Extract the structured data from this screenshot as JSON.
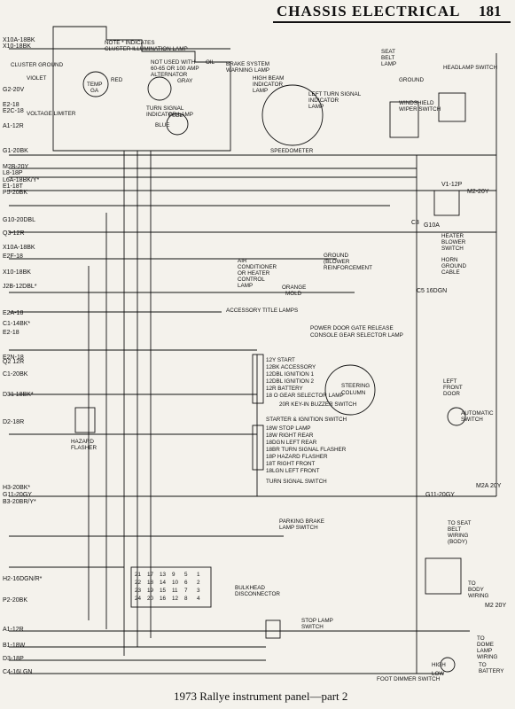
{
  "header": {
    "title": "CHASSIS ELECTRICAL",
    "page": "181"
  },
  "caption": "1973 Rallye instrument panel—part 2",
  "labels": {
    "note": "NOTE * INDICATES",
    "note2": "CLUSTER ILLUMINATION LAMP",
    "cluster_ground": "CLUSTER GROUND",
    "violet": "VIOLET",
    "temp_gauge": "TEMP",
    "ga": "GA",
    "voltage_limiter": "VOLTAGE LIMITER",
    "not_used": "NOT USED WITH",
    "not_used2": "60-65 OR 100 AMP",
    "not_used3": "ALTERNATOR",
    "gray": "GRAY",
    "oil_ga": "OIL",
    "red": "RED",
    "blue": "BLUE",
    "fuel": "FUEL",
    "turn_signal_ind": "TURN SIGNAL",
    "turn_signal_ind2": "INDICATOR LAMP",
    "brake_warning": "BRAKE SYSTEM",
    "brake_warning2": "WARNING LAMP",
    "high_beam": "HIGH BEAM",
    "high_beam2": "INDICATOR",
    "high_beam3": "LAMP",
    "left_turn": "LEFT TURN SIGNAL",
    "left_turn2": "INDICATOR",
    "left_turn3": "LAMP",
    "speedometer": "SPEEDOMETER",
    "seat_belt": "SEAT",
    "seat_belt2": "BELT",
    "seat_belt3": "LAMP",
    "ground": "GROUND",
    "headlamp_switch": "HEADLAMP SWITCH",
    "windshield": "WINDSHIELD",
    "windshield2": "WIPER SWITCH",
    "ac_control": "AIR",
    "ac_control2": "CONDITIONER",
    "ac_control3": "OR HEATER",
    "ac_control4": "CONTROL",
    "ac_control5": "LAMP",
    "orange": "ORANGE",
    "mold": "MOLD",
    "accessory_title": "ACCESSORY TITLE LAMPS",
    "ground_blower": "GROUND",
    "ground_blower2": "(BLOWER",
    "ground_blower3": "REINFORCEMENT",
    "heater_blower": "HEATER",
    "heater_blower2": "BLOWER",
    "heater_blower3": "SWITCH",
    "horn_ground": "HORN",
    "horn_ground2": "GROUND",
    "horn_ground3": "CABLE",
    "power_door": "POWER DOOR GATE RELEASE",
    "console_gear": "CONSOLE GEAR SELECTOR LAMP",
    "steering": "STEERING",
    "steering2": "COLUMN",
    "left_front_door": "LEFT",
    "left_front_door2": "FRONT",
    "left_front_door3": "DOOR",
    "automatic": "AUTOMATIC",
    "automatic2": "SWITCH",
    "key_buzzer": "20R KEY-IN BUZZER SWITCH",
    "starter_ign": "STARTER & IGNITION SWITCH",
    "turn_signal_switch": "TURN SIGNAL SWITCH",
    "hazard": "HAZARD",
    "hazard2": "FLASHER",
    "parking_brake": "PARKING BRAKE",
    "parking_brake2": "LAMP SWITCH",
    "seat_belt_wiring": "TO SEAT",
    "seat_belt_wiring2": "BELT",
    "seat_belt_wiring3": "WIRING",
    "seat_belt_wiring4": "(BODY)",
    "body_wiring": "TO",
    "body_wiring2": "BODY",
    "body_wiring3": "WIRING",
    "bulkhead": "BULKHEAD",
    "bulkhead2": "DISCONNECTOR",
    "stop_lamp": "STOP LAMP",
    "stop_lamp2": "SWITCH",
    "dome_lamp": "TO",
    "dome_lamp2": "DOME",
    "dome_lamp3": "LAMP",
    "dome_lamp4": "WIRING",
    "foot_dimmer": "FOOT DIMMER SWITCH",
    "battery": "TO",
    "battery2": "BATTERY",
    "high": "HIGH",
    "low": "LOW"
  },
  "wires_left": [
    "X10A-18BK",
    "X10-18BK",
    "G2-20V",
    "E2-18",
    "E2C-18",
    "A1-12R",
    "G1-20BK",
    "M2B-20Y",
    "L8-18P",
    "L6A-18BK/Y*",
    "E1-18T",
    "P5-20BK",
    "G10-20DBL",
    "Q3-12R",
    "X10A-18BK",
    "E2F-18",
    "X10-18BK",
    "J2B-12DBL*",
    "E2A-18",
    "C1-14BK*",
    "E2-18",
    "E2N-18",
    "Q2 12R",
    "C1-20BK",
    "D31 18BK*",
    "D2-18R",
    "H3-20BK*",
    "G11-20GY",
    "B3-20BR/Y*",
    "H2-16DGN/R*",
    "P2-20BK",
    "A1-12R",
    "B1-18W",
    "D3-18P",
    "C4-16LGN"
  ],
  "wires_right": [
    "V1-12P",
    "M2-20Y",
    "G10A",
    "C3",
    "C5 16DGN",
    "G11-20GY",
    "M2A 20Y",
    "M2 20Y"
  ],
  "switch_pins": [
    "12Y START",
    "12BK ACCESSORY",
    "12DBL IGNITION 1",
    "12DBL IGNITION 2",
    "12R BATTERY",
    "18 O GEAR SELECTOR LAMP"
  ],
  "turn_pins": [
    "18W STOP LAMP",
    "18W RIGHT REAR",
    "18DGN LEFT REAR",
    "18BR TURN SIGNAL FLASHER",
    "18P HAZARD FLASHER",
    "18T RIGHT FRONT",
    "18LGN LEFT FRONT"
  ],
  "bulkhead_pins": [
    "21",
    "17",
    "13",
    "9",
    "5",
    "1",
    "22",
    "18",
    "14",
    "10",
    "6",
    "2",
    "23",
    "19",
    "15",
    "11",
    "7",
    "3",
    "24",
    "20",
    "16",
    "12",
    "8",
    "4"
  ]
}
